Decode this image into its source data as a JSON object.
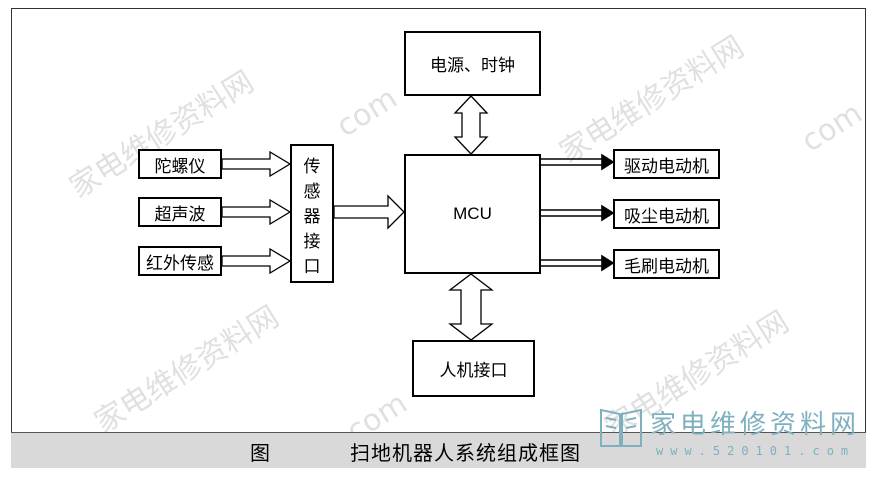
{
  "diagram": {
    "power_clock": "电源、时钟",
    "mcu": "MCU",
    "sensors": [
      "陀螺仪",
      "超声波",
      "红外传感"
    ],
    "sensor_interface": [
      "传",
      "感",
      "器",
      "接",
      "口"
    ],
    "motors": [
      "驱动电动机",
      "吸尘电动机",
      "毛刷电动机"
    ],
    "hmi": "人机接口"
  },
  "caption": {
    "label": "图",
    "title": "扫地机器人系统组成框图"
  },
  "watermark": {
    "site_name": "家电维修资料网",
    "site_url": "www.520101.com",
    "url_fragment": "com",
    "color": "#7fb0c0"
  }
}
